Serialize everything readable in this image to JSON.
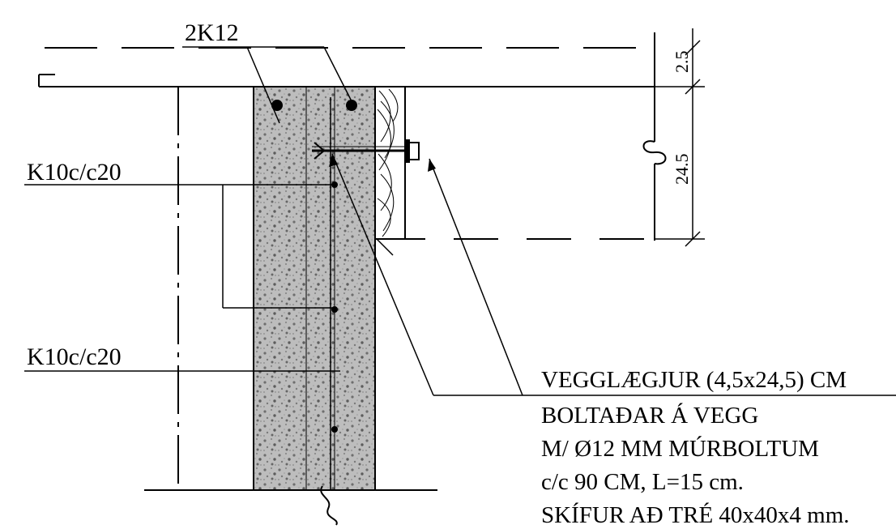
{
  "labels": {
    "top_rebar": "2K12",
    "stirrup_upper": "K10c/c20",
    "stirrup_lower": "K10c/c20",
    "dim_top": "2.5",
    "dim_height": "24.5"
  },
  "note_lines": [
    "VEGGLÆGJUR (4,5x24,5) CM",
    "BOLTAÐAR Á VEGG",
    "M/ Ø12 MM MÚRBOLTUM",
    "c/c 90 CM, L=15 cm.",
    "SKÍFUR AÐ TRÉ 40x40x4 mm."
  ]
}
